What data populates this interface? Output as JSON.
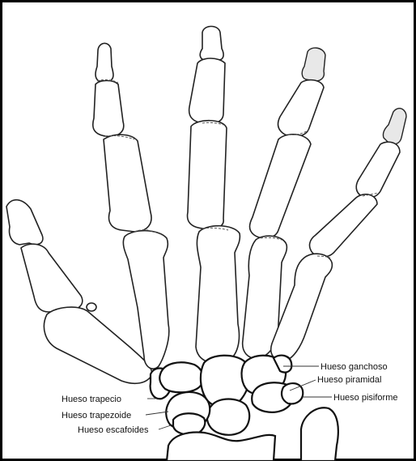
{
  "labels": {
    "hamate": "Hueso ganchoso",
    "triquetrum": "Hueso piramidal",
    "pisiform": "Hueso pisiforme",
    "trapezium": "Hueso trapecio",
    "trapezoid": "Hueso trapezoide",
    "scaphoid": "Hueso escafoides"
  },
  "colors": {
    "border": "#000000",
    "line": "#222222",
    "background": "#ffffff"
  }
}
